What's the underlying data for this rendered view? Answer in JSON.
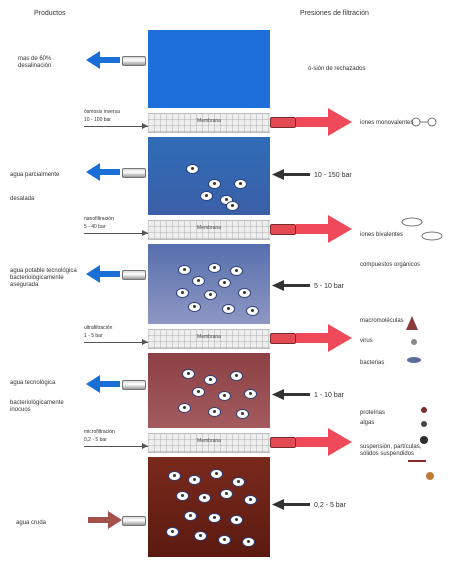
{
  "header": {
    "left": "Productos",
    "right": "Presiones de filtración"
  },
  "products": [
    "mas de 60% desalinación",
    "agua parcialmente",
    "desalada",
    "agua potable tecnológica bacteriológicamente asegurada",
    "agua tecnológica",
    "bacteriológicamente inocuos",
    "agua cruda"
  ],
  "stage_labels": {
    "top": "ó-sión de rechazados"
  },
  "processes": [
    {
      "name": "ósmosis inversa",
      "pressure": "10 - 100 bar"
    },
    {
      "name": "nanofiltración",
      "pressure": "5 - 40 bar"
    },
    {
      "name": "ultrafiltración",
      "pressure": "1 - 5 bar"
    },
    {
      "name": "microfiltración",
      "pressure": "0,2 - 5 bar"
    }
  ],
  "membrane_label": "Membrana",
  "pressures": [
    "10 - 150 bar",
    "5 - 10 bar",
    "1 - 10 bar",
    "0,2 - 5 bar"
  ],
  "retained": [
    "iones monovalentes",
    "iones bivalentes",
    "compuestos orgánicos",
    "macromoléculas",
    "virus",
    "bacterias",
    "proteínas",
    "algas",
    "suspensión, partículas, sólidos suspendidos"
  ],
  "colors": {
    "stage1": "#1e6fd9",
    "stage2": "#2f6cb8",
    "stage3": "#6a7ab1",
    "stage4": "#8c4144",
    "stage5": "#6b1e14",
    "arrow_blue": "#1a6fd6",
    "arrow_red": "#f04a5a",
    "arrow_raw": "#a3504b",
    "arrow_dark": "#333333"
  }
}
